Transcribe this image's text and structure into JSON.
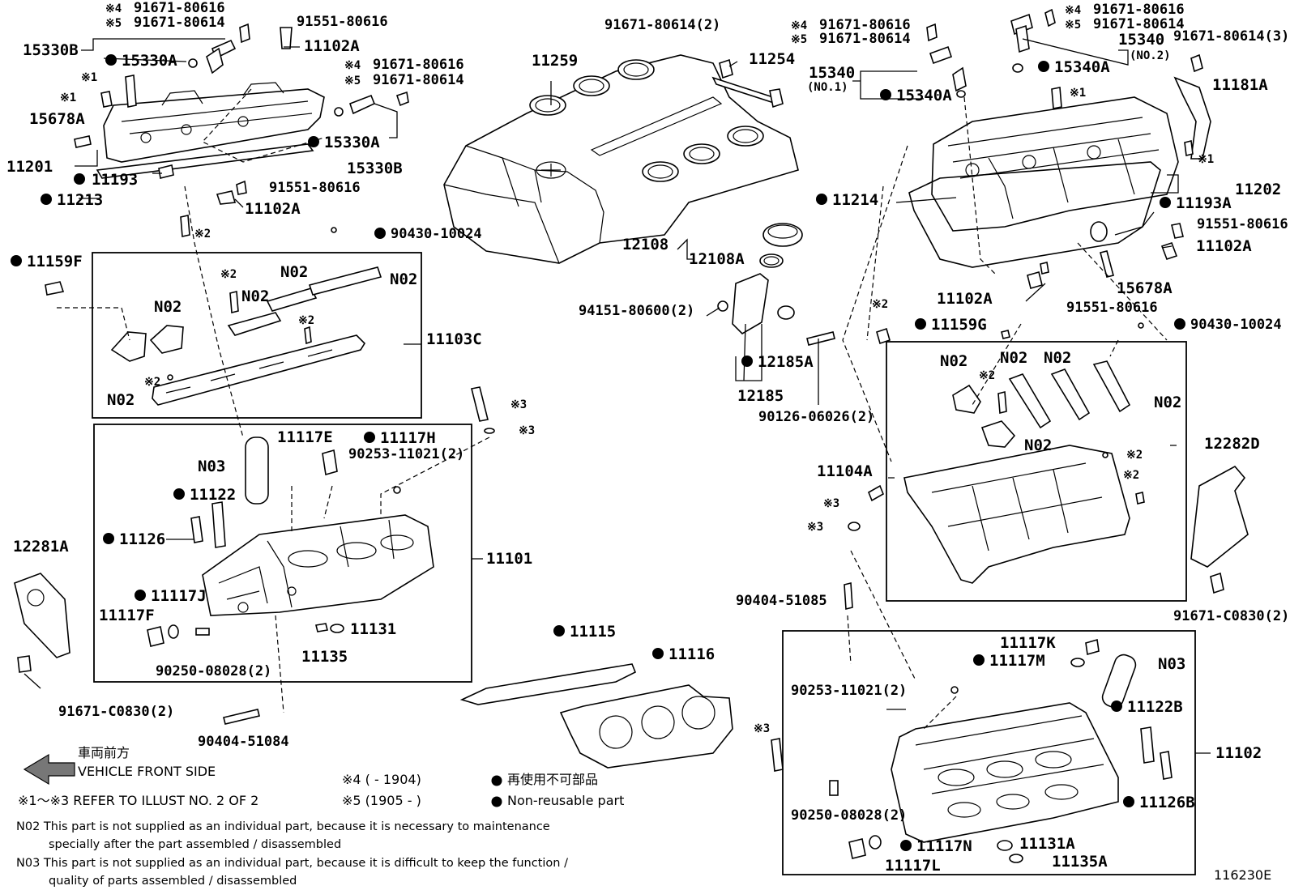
{
  "diagram_id": "116230E",
  "labels": {
    "p15330B_l": "15330B",
    "p15330A_l": "15330A",
    "p91671_80616_l": "91671-80616",
    "p91671_80614_l": "91671-80614",
    "p91551_80616_t": "91551-80616",
    "p11102A_t": "11102A",
    "p15678A_l": "15678A",
    "p11201": "11201",
    "p11193": "11193",
    "p11213": "11213",
    "p15330A_m": "15330A",
    "p15330B_m": "15330B",
    "p91671_80616_m": "91671-80616",
    "p91671_80614_m": "91671-80614",
    "p91551_80616_m": "91551-80616",
    "p11102A_m": "11102A",
    "p90430_10024_l": "90430-10024",
    "p11159F": "11159F",
    "p11103C": "11103C",
    "n02_a": "N02",
    "n02_b": "N02",
    "n02_c": "N02",
    "n02_d": "N02",
    "n02_e": "N02",
    "p11259": "11259",
    "p91671_80614_2": "91671-80614(2)",
    "p11254": "11254",
    "p12108": "12108",
    "p12108A": "12108A",
    "p94151": "94151-80600(2)",
    "p12185A": "12185A",
    "p12185": "12185",
    "p90126": "90126-06026(2)",
    "p91671_80616_r": "91671-80616",
    "p91671_80614_r": "91671-80614",
    "p15340_no2": "15340",
    "no2": "(NO.2)",
    "p91671_80614_3": "91671-80614(3)",
    "p15340A_r": "15340A",
    "p91671_80616_r2": "91671-80616",
    "p91671_80614_r2": "91671-80614",
    "p15340_no1": "15340",
    "no1": "(NO.1)",
    "p15340A_r2": "15340A",
    "p11181A": "11181A",
    "p11214": "11214",
    "p11202": "11202",
    "p11193A": "11193A",
    "p91551_80616_r": "91551-80616",
    "p11102A_r": "11102A",
    "p15678A_r": "15678A",
    "p11102A_r2": "11102A",
    "p91551_80616_r2": "91551-80616",
    "p11159G": "11159G",
    "p90430_10024_r": "90430-10024",
    "n02_f": "N02",
    "n02_g": "N02",
    "n02_h": "N02",
    "n02_i": "N02",
    "n02_j": "N02",
    "p11104A": "11104A",
    "p12282D": "12282D",
    "p91671_C0830_r": "91671-C0830(2)",
    "p11117E": "11117E",
    "p11117H": "11117H",
    "p90253_l": "90253-11021(2)",
    "n03_l": "N03",
    "p11122": "11122",
    "p11126": "11126",
    "p11101": "11101",
    "p11117J": "11117J",
    "p11117F": "11117F",
    "p11131": "11131",
    "p11135": "11135",
    "p90250_l": "90250-08028(2)",
    "p12281A": "12281A",
    "p91671_C0830_l": "91671-C0830(2)",
    "p90404_51084": "90404-51084",
    "p11115": "11115",
    "p11116": "11116",
    "p90404_51085": "90404-51085",
    "p11117K": "11117K",
    "p11117M": "11117M",
    "n03_r": "N03",
    "p90253_r": "90253-11021(2)",
    "p11122B": "11122B",
    "p11102": "11102",
    "p11126B": "11126B",
    "p90250_r": "90250-08028(2)",
    "p11117N": "11117N",
    "p11117L": "11117L",
    "p11131A": "11131A",
    "p11135A": "11135A",
    "mk1": "※1",
    "mk2": "※2",
    "mk3": "※3",
    "mk4": "※4",
    "mk5": "※5"
  },
  "legend": {
    "front_jp": "車両前方",
    "front_en": "VEHICLE FRONT SIDE",
    "refer": "※1～※3  REFER TO ILLUST NO. 2 OF 2",
    "k4": "※4 (        - 1904)",
    "k5": "※5 (1905 -        )",
    "nonreuse_jp": "再使用不可部品",
    "nonreuse_en": "Non-reusable part"
  },
  "notes": {
    "n02_line1": "N02  This part is not supplied as an individual part, because it is necessary to maintenance",
    "n02_line2": "specially after the part assembled / disassembled",
    "n03_line1": "N03  This part is not supplied as an individual part, because it is difficult to keep the function /",
    "n03_line2": "quality of parts  assembled / disassembled"
  }
}
